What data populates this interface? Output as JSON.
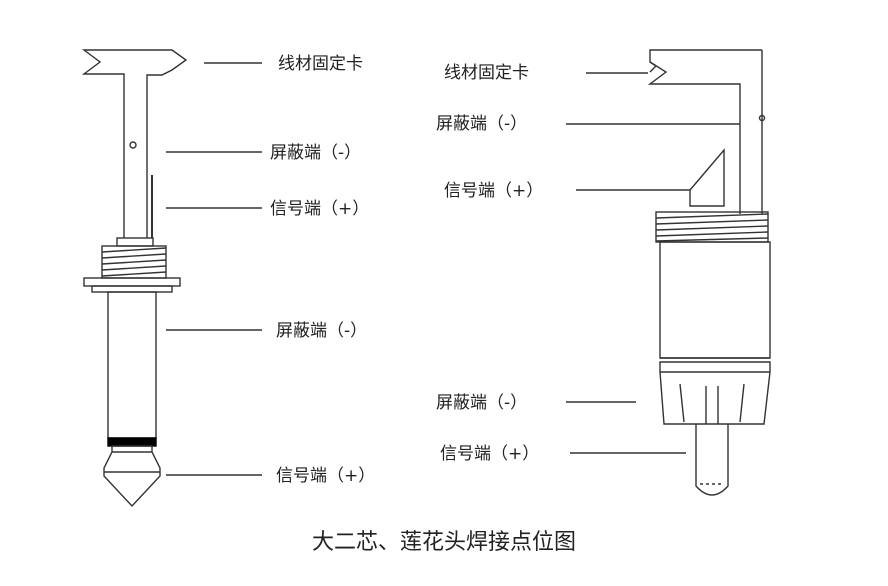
{
  "left_labels": {
    "cable_clamp": "线材固定卡",
    "shield_terminal_1": "屏蔽端（-）",
    "signal_terminal_1": "信号端（+）",
    "shield_terminal_2": "屏蔽端（-）",
    "signal_terminal_2": "信号端（+）"
  },
  "right_labels": {
    "cable_clamp": "线材固定卡",
    "shield_terminal_1": "屏蔽端（-）",
    "signal_terminal_1": "信号端（+）",
    "shield_terminal_2": "屏蔽端（-）",
    "signal_terminal_2": "信号端（+）"
  },
  "caption": "大二芯、莲花头焊接点位图",
  "colors": {
    "line": "#333333",
    "ring": "#000000"
  }
}
